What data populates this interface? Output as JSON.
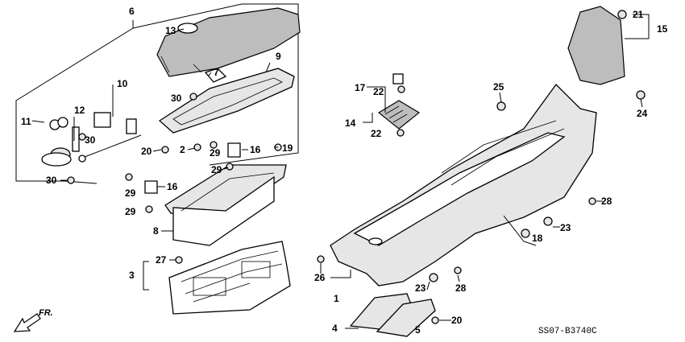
{
  "diagram_code": "SS07-B3740C",
  "direction_label": "FR.",
  "callouts": {
    "c1": "1",
    "c2": "2",
    "c3": "3",
    "c4": "4",
    "c5": "5",
    "c6": "6",
    "c7": "7",
    "c8": "8",
    "c9": "9",
    "c10": "10",
    "c11": "11",
    "c12": "12",
    "c13": "13",
    "c14": "14",
    "c15": "15",
    "c16": "16",
    "c17": "17",
    "c18": "18",
    "c19": "19",
    "c20": "20",
    "c21": "21",
    "c22": "22",
    "c23": "23",
    "c24": "24",
    "c25": "25",
    "c26": "26",
    "c27": "27",
    "c28": "28",
    "c29": "29",
    "c30": "30"
  }
}
